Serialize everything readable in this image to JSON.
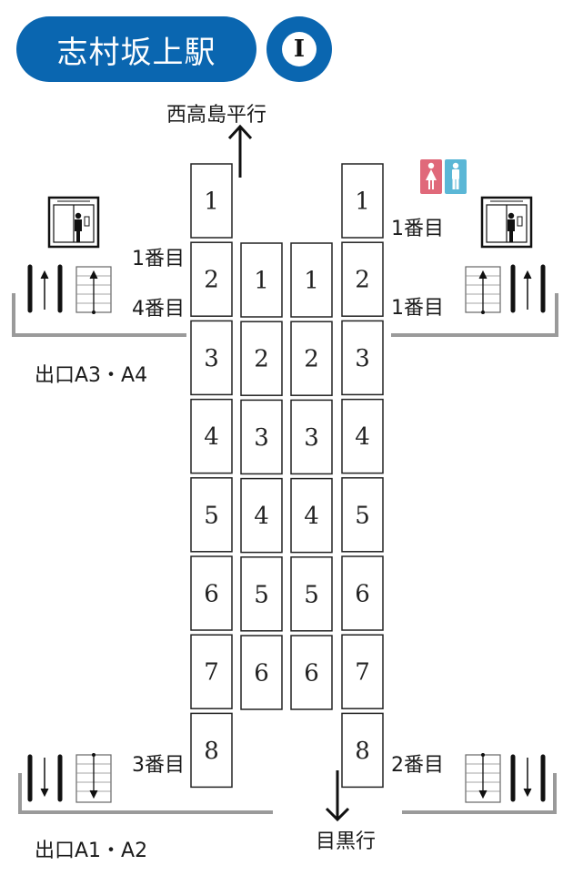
{
  "station": {
    "name": "志村坂上駅",
    "info_symbol": "I"
  },
  "directions": {
    "north": "西高島平行",
    "south": "目黒行"
  },
  "exits": {
    "upper": "出口A3・A4",
    "lower": "出口A1・A2"
  },
  "platform_labels": {
    "left_top_a": "1番目",
    "left_top_b": "4番目",
    "left_bottom": "3番目",
    "right_top_a": "1番目",
    "right_top_b": "1番目",
    "right_bottom": "2番目"
  },
  "trains": {
    "outer_left": [
      "1",
      "2",
      "3",
      "4",
      "5",
      "6",
      "7",
      "8"
    ],
    "inner_left": [
      "1",
      "2",
      "3",
      "4",
      "5",
      "6"
    ],
    "inner_right": [
      "1",
      "2",
      "3",
      "4",
      "5",
      "6"
    ],
    "outer_right": [
      "1",
      "2",
      "3",
      "4",
      "5",
      "6",
      "7",
      "8"
    ]
  },
  "colors": {
    "brand": "#0a66b0",
    "restroom_female": "#e0697a",
    "restroom_male": "#5bb7d6",
    "wall": "#9a9a9a"
  }
}
